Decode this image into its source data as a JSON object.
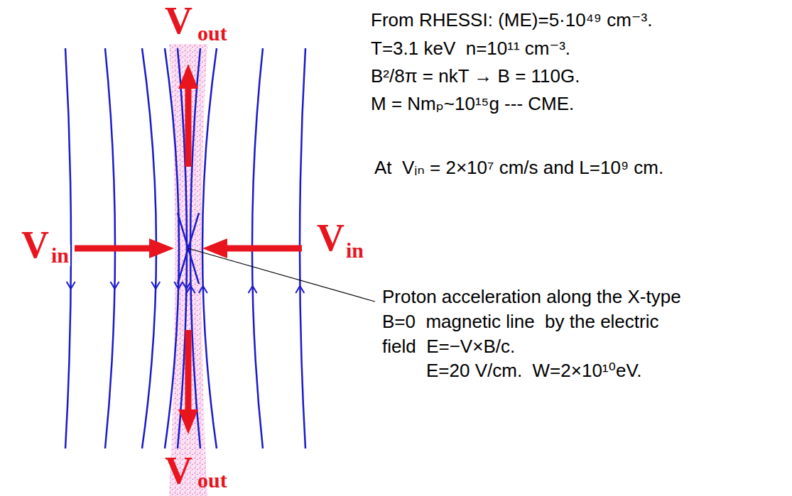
{
  "diagram": {
    "labels": [
      "V",
      "out",
      "From RHESSI: (ME)=5·10⁴⁹ cm⁻³.",
      "T=3.1 keV  n=10¹¹ cm⁻³.",
      "B²/8π = nkT → B = 110G.",
      "M = Nmₚ~10¹⁵g --- CME.",
      "At  Vᵢₙ = 2×10⁷ cm/s and L=10⁹ cm.",
      "V",
      "in",
      "V",
      "in",
      "Proton acceleration along the X-type",
      "B=0  magnetic line  by the electric",
      "field  E=−V×B/c.",
      "E=20 V/cm.  W=2×10¹⁰eV.",
      "V",
      "out"
    ]
  }
}
